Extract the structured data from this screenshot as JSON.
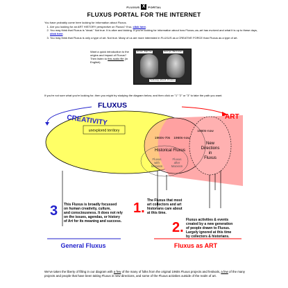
{
  "logo": {
    "left": "FLUXUS",
    "mark": "X",
    "right": "PORTAL"
  },
  "title": "FLUXUS PORTAL FOR THE INTERNET",
  "intro": "You have probably come here looking for information about Fluxus.",
  "questions": [
    {
      "before": "Are you looking for an ART HISTORY perspective on Fluxus? If so, ",
      "link": "click here",
      "after": "."
    },
    {
      "before": "You may think that Fluxus is \"dead.\" Not true. It is alive and kicking. If you're looking for information about how Fluxus–as–art has evolved and what it is up to these days, ",
      "link": "click here",
      "after": "."
    },
    {
      "before": "You may think that Fluxus is only a type of art. Not true. Many of us are more interested in FLUXUS as a CREATIVE FORCE than Fluxus as a type of art.",
      "link": "",
      "after": ""
    }
  ],
  "audio": {
    "text_before": "Want a quick introduction to the origins and impact of Fluxus? Then listen to ",
    "link": "this audio file",
    "text_after": " (in English)."
  },
  "photo": {
    "name_left": "Allan Kaprow",
    "name_right": "George Maciunas",
    "caption": "Talking about Fluxus"
  },
  "note": "If you're not sure what you're looking for, then you might try studying the diagram below, and then click on \"1\" \"2\" or \"3\" to take the path you want.",
  "diagram": {
    "fluxus_label": "FLUXUS",
    "creativity_label": "CREATIVITY",
    "art_label": "ART",
    "unexplored": "unexplored territory",
    "period_a": "1960s-70s",
    "period_b": "1960s-now",
    "period_c": "1960s-now",
    "historical": [
      "Historical Fluxus"
    ],
    "new_directions": [
      "New",
      "Directions",
      "in",
      "Fluxus"
    ],
    "with_marxism": [
      "Fluxus",
      "with",
      "Marxism"
    ],
    "after_marxism": [
      "Fluxus",
      "after",
      "Marxism"
    ],
    "num1": "1.",
    "num2": "2.",
    "num3": "3",
    "text1": [
      "The Fluxus that most",
      "art collectors and art",
      "historians care about",
      "at this time."
    ],
    "text2": [
      "Fluxus activities & events",
      "created by a new generation",
      "of people drawn to Fluxus.",
      "Largely ignored at this time",
      "by collectors & historians."
    ],
    "text3": [
      "This Fluxus is broadly focussed",
      "on human creativity, culture,",
      "and consciousness.  It does not rely",
      "on the issues, agendas, or history",
      "of Art for its meaning and success."
    ],
    "general": "General Fluxus",
    "as_art": "Fluxus as ART"
  },
  "bottom": {
    "p1": "We've taken the liberty of filling in our diagram with ",
    "u1": "a few",
    "p2": " of the many of folks from the original 1960s Fluxus projects and festivals, ",
    "u2": "a few",
    "p3": " of the many projects and people that have been taking Fluxus in new directions, and some of the Fluxus activities outside of the realm of art."
  },
  "colors": {
    "link": "#0000cc",
    "yellow": "#ffff66",
    "pink": "#ffaaaa",
    "red": "#ff0000",
    "blue": "#2222cc",
    "navy": "#000088"
  }
}
